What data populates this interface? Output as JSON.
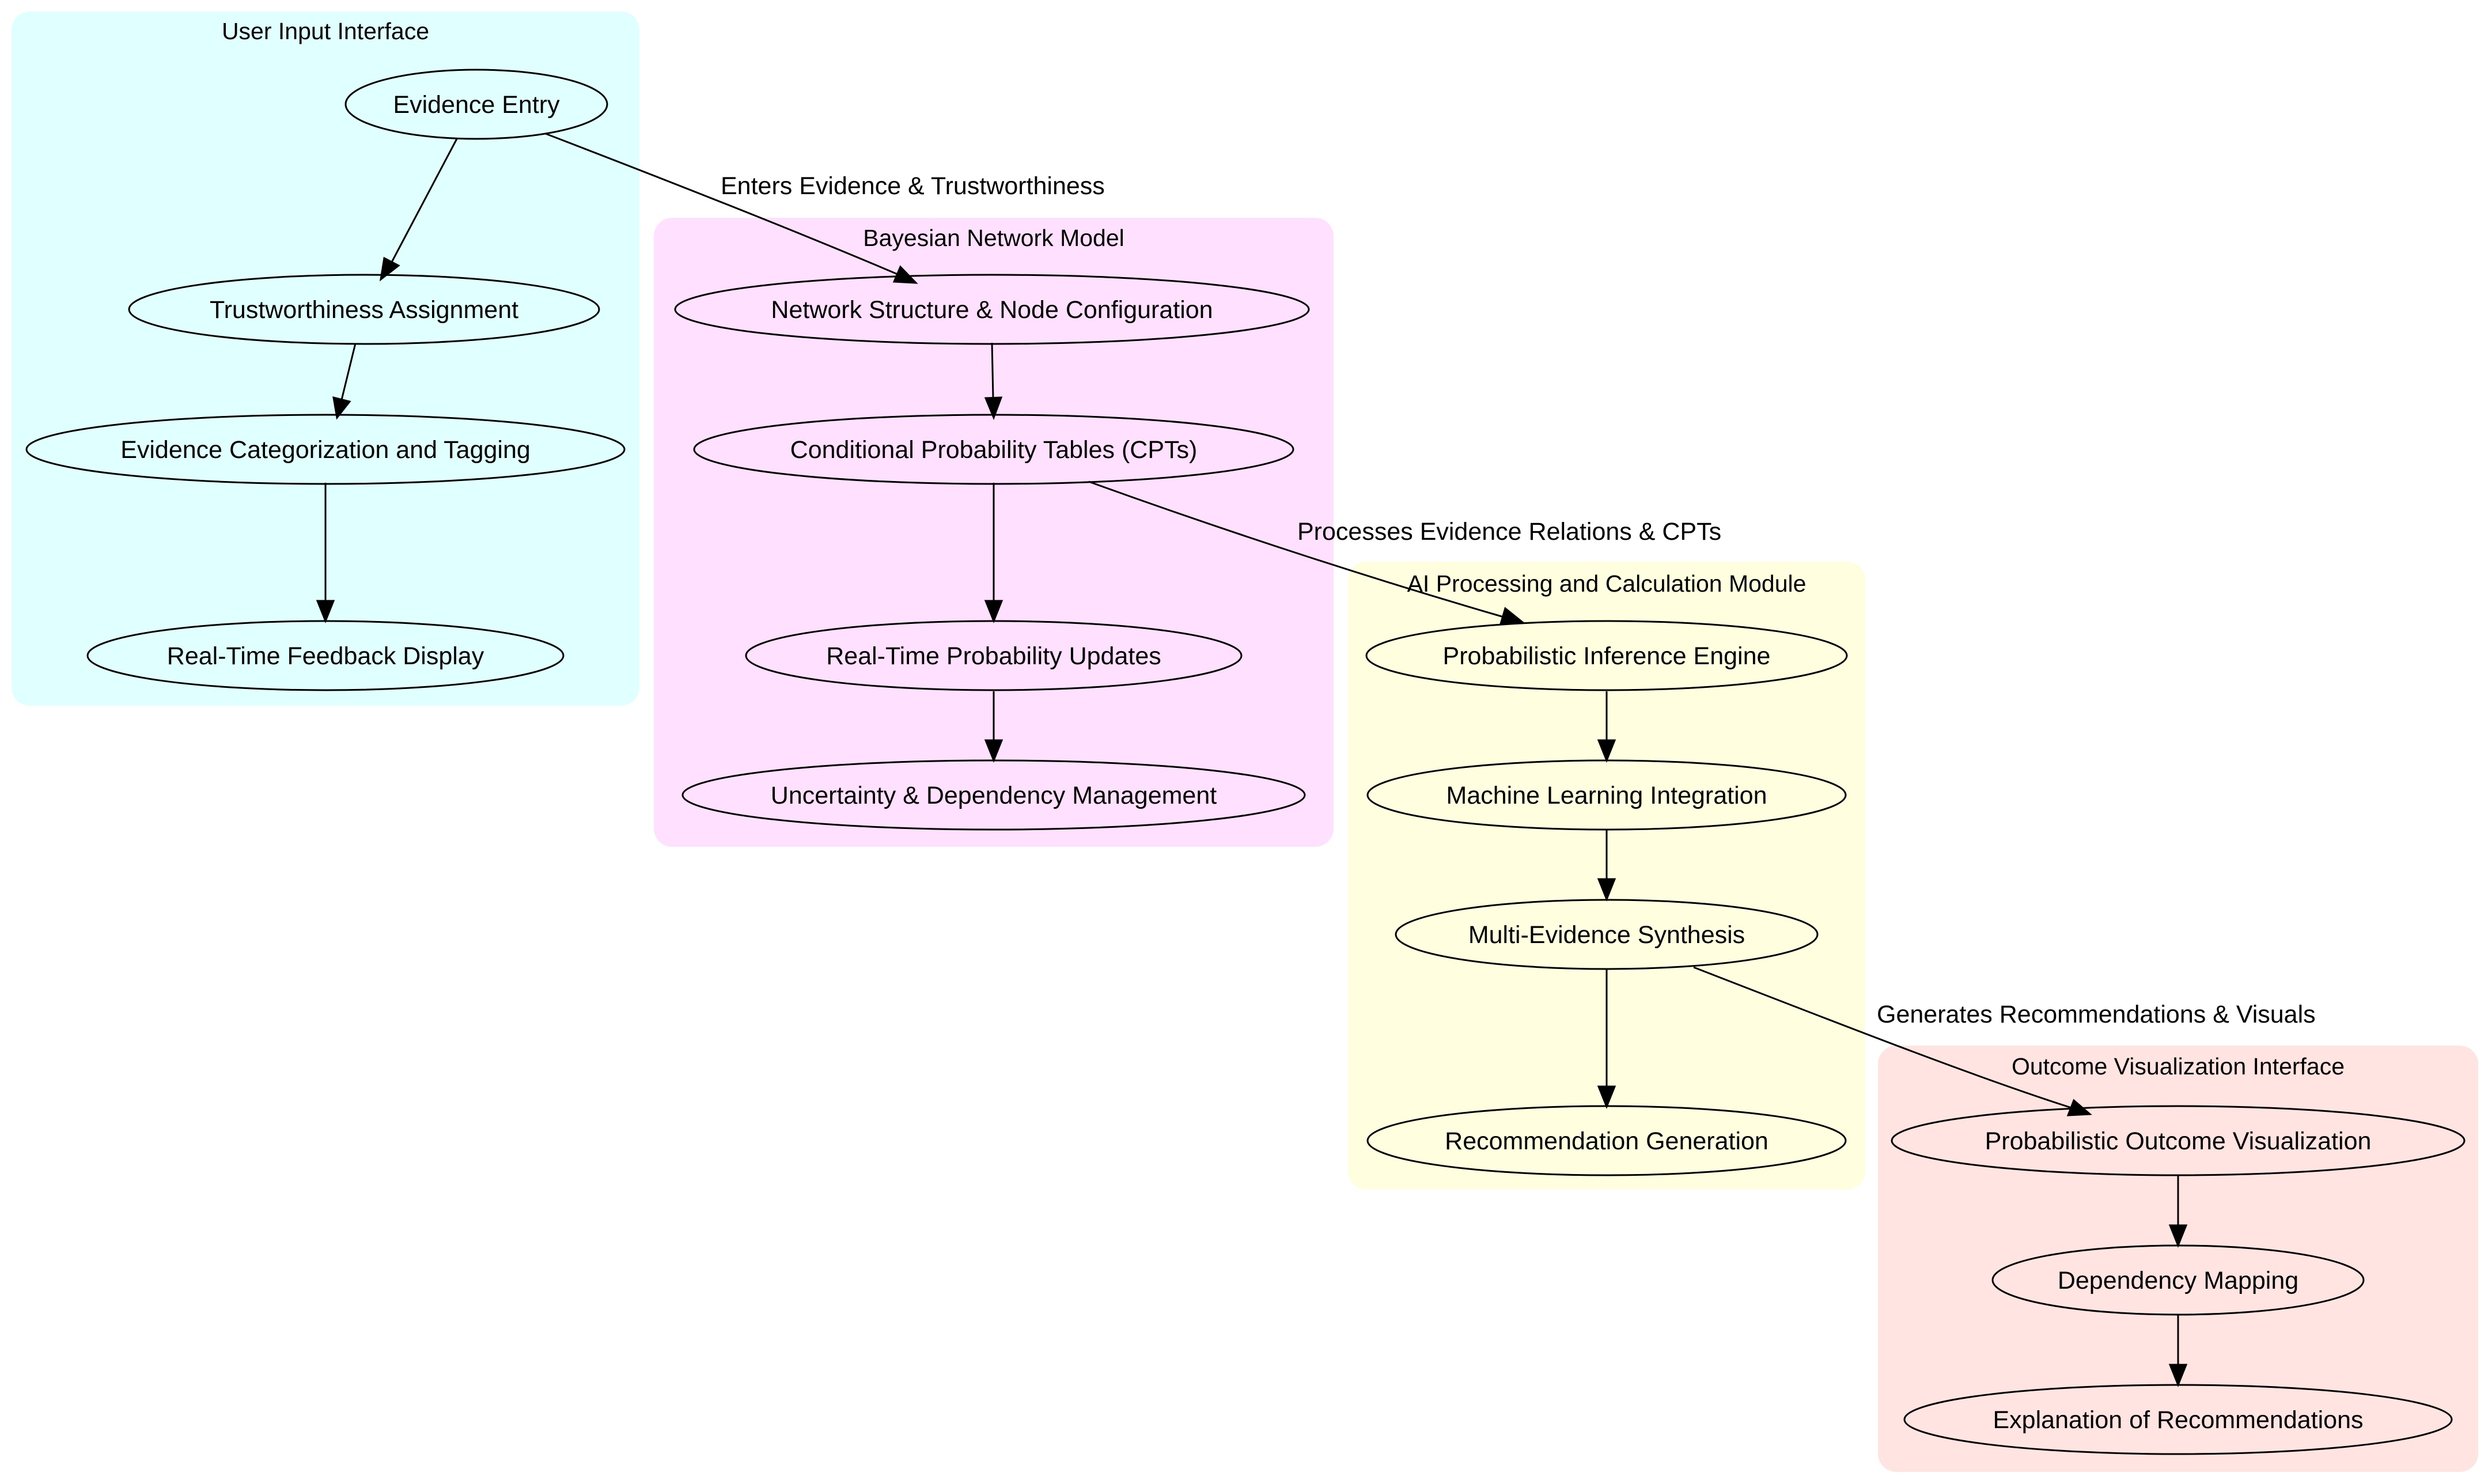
{
  "clusters": [
    {
      "title": "User Input Interface",
      "color": "#e0ffff"
    },
    {
      "title": "Bayesian Network Model",
      "color": "#ffe1ff"
    },
    {
      "title": "AI Processing and Calculation Module",
      "color": "#ffffe0"
    },
    {
      "title": "Outcome Visualization Interface",
      "color": "#ffe4e1"
    }
  ],
  "nodes": {
    "evidence_entry": "Evidence Entry",
    "trustworthiness_assignment": "Trustworthiness Assignment",
    "evidence_categorization": "Evidence Categorization and Tagging",
    "realtime_feedback": "Real-Time Feedback Display",
    "network_structure": "Network Structure & Node Configuration",
    "cpts": "Conditional Probability Tables (CPTs)",
    "realtime_probability": "Real-Time Probability Updates",
    "uncertainty_management": "Uncertainty & Dependency Management",
    "inference_engine": "Probabilistic Inference Engine",
    "ml_integration": "Machine Learning Integration",
    "multi_evidence": "Multi-Evidence Synthesis",
    "recommendation_generation": "Recommendation Generation",
    "outcome_visualization": "Probabilistic Outcome Visualization",
    "dependency_mapping": "Dependency Mapping",
    "explanation": "Explanation of Recommendations"
  },
  "edge_labels": {
    "input_to_network": "Enters Evidence & Trustworthiness",
    "network_to_ai": "Processes Evidence Relations & CPTs",
    "ai_to_outcome": "Generates Recommendations & Visuals"
  }
}
